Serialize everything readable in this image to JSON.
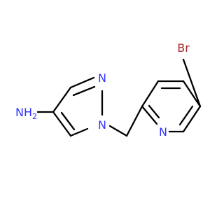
{
  "molecule": {
    "atoms": {
      "amine": {
        "label": "NH",
        "subscript": "2",
        "color": "#3333ff"
      },
      "pyrazole_n1": {
        "label": "N",
        "color": "#3333ff"
      },
      "pyrazole_n2": {
        "label": "N",
        "color": "#3333ff"
      },
      "pyridine_n": {
        "label": "N",
        "color": "#3333ff"
      },
      "bromine": {
        "label": "Br",
        "color": "#a52a2a"
      }
    },
    "bond_color": "#000000"
  }
}
